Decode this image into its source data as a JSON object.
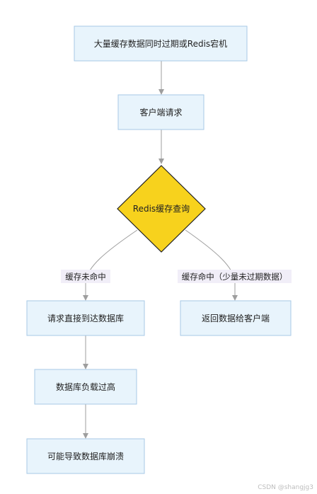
{
  "nodes": {
    "start": "大量缓存数据同时过期或Redis宕机",
    "client_request": "客户端请求",
    "redis_query": "Redis缓存查询",
    "db_direct": "请求直接到达数据库",
    "return_data": "返回数据给客户端",
    "db_overload": "数据库负载过高",
    "db_crash": "可能导致数据库崩溃"
  },
  "edges": {
    "miss_label": "缓存未命中",
    "hit_label": "缓存命中（少量未过期数据）"
  },
  "watermark": "CSDN @shangjg3",
  "colors": {
    "node_fill": "#e8f4fc",
    "node_border": "#a7c9e6",
    "decision_fill": "#f7d21d",
    "edge_label_bg": "#f1eef8",
    "arrow": "#9e9e9e"
  }
}
